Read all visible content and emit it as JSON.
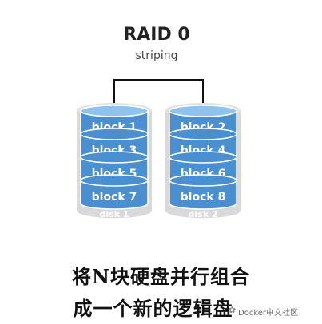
{
  "title": "RAID 0",
  "subtitle": "striping",
  "disks": [
    {
      "label": "disk 1",
      "blocks": [
        "block 1",
        "block 3",
        "block 5",
        "block 7"
      ]
    },
    {
      "label": "disk 2",
      "blocks": [
        "block 2",
        "block 4",
        "block 6",
        "block 8"
      ]
    }
  ],
  "caption_line1": "将N块硬盘并行组合",
  "caption_line2": "成一个新的逻辑盘",
  "watermark": "Docker中文社区",
  "colors": {
    "block_fill": "#4a8fd0",
    "block_top": "#8ec3ee",
    "block_border": "#ffffff",
    "disk_body": "#d9d9d9",
    "disk_label": "#ffffff",
    "connector": "#111111"
  }
}
